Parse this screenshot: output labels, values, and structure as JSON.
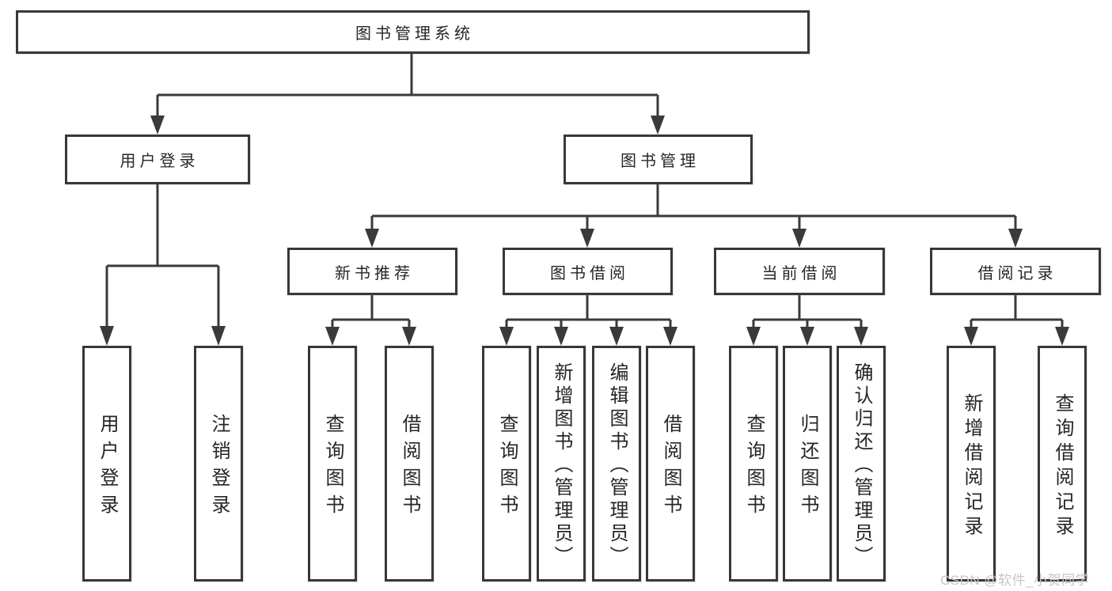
{
  "diagram": {
    "type": "hierarchy-chart",
    "colors": {
      "line": "#3a3a3a",
      "box_border": "#383838",
      "box_fill": "#ffffff",
      "text": "#262626",
      "watermark": "#c6c6c6",
      "background": "#ffffff"
    }
  },
  "tree": {
    "label": "图书管理系统",
    "children": [
      {
        "label": "用户登录",
        "children": [
          {
            "label": "用户登录"
          },
          {
            "label": "注销登录"
          }
        ]
      },
      {
        "label": "图书管理",
        "children": [
          {
            "label": "新书推荐",
            "children": [
              {
                "label": "查询图书"
              },
              {
                "label": "借阅图书"
              }
            ]
          },
          {
            "label": "图书借阅",
            "children": [
              {
                "label": "查询图书"
              },
              {
                "label": "新增图书（管理员）"
              },
              {
                "label": "编辑图书（管理员）"
              },
              {
                "label": "借阅图书"
              }
            ]
          },
          {
            "label": "当前借阅",
            "children": [
              {
                "label": "查询图书"
              },
              {
                "label": "归还图书"
              },
              {
                "label": "确认归还（管理员）"
              }
            ]
          },
          {
            "label": "借阅记录",
            "children": [
              {
                "label": "新增借阅记录"
              },
              {
                "label": "查询借阅记录"
              }
            ]
          }
        ]
      }
    ]
  },
  "watermark": {
    "text": "CSDN @软件_小贺同学"
  }
}
